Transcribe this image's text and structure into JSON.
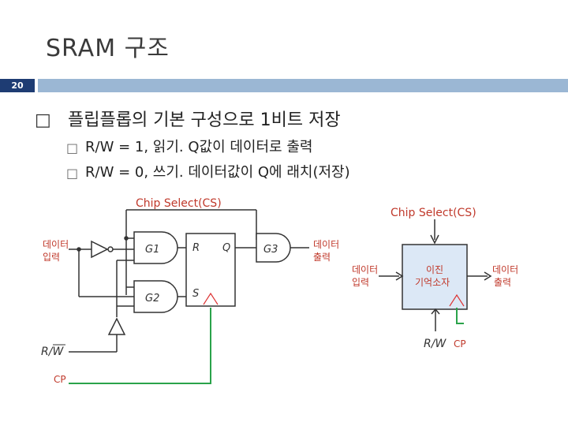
{
  "slide": {
    "title": "SRAM 구조",
    "page_number": "20",
    "bullet_main": "플립플롭의 기본 구성으로 1비트 저장",
    "sub_bullets": [
      "R/W = 1, 읽기. Q값이 데이터로 출력",
      "R/W = 0, 쓰기. 데이터값이 Q에 래치(저장)"
    ]
  },
  "left_diagram": {
    "chip_select": "Chip Select(CS)",
    "data_in": [
      "데이터",
      "입력"
    ],
    "data_out": [
      "데이터",
      "출력"
    ],
    "rw": "R/W",
    "cp": "CP",
    "gates": [
      "G1",
      "G2",
      "G3"
    ],
    "ff_pins": [
      "R",
      "Q",
      "S"
    ]
  },
  "right_diagram": {
    "chip_select": "Chip Select(CS)",
    "data_in": [
      "데이터",
      "입력"
    ],
    "data_out": [
      "데이터",
      "출력"
    ],
    "cell": [
      "이진",
      "기억소자"
    ],
    "rw": "R/W",
    "cp": "CP"
  },
  "colors": {
    "accent_dark": "#1e3c73",
    "accent_light": "#9bb7d4",
    "cp_wire": "#2aa34a",
    "cell_fill": "#dce8f6"
  }
}
